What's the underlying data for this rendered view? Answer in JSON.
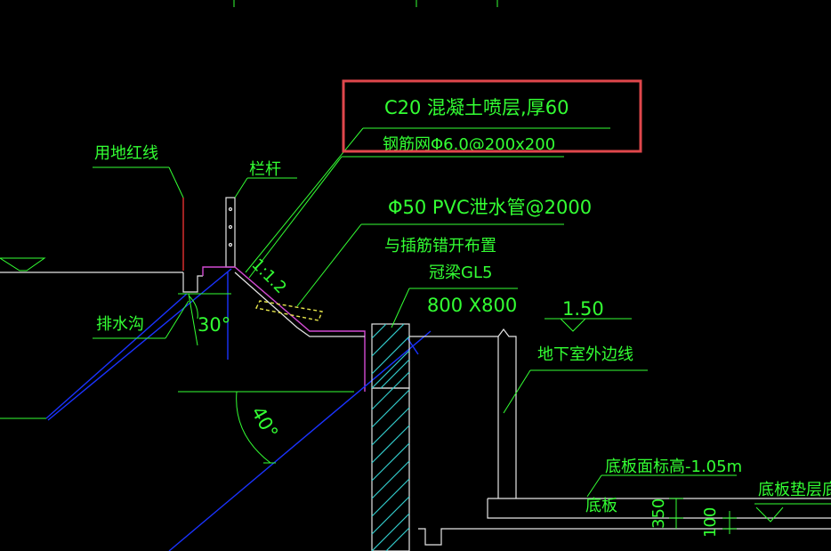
{
  "labels": {
    "shotcrete": "C20 混凝土喷层,厚60",
    "mesh": "钢筋网Φ6.0@200x200",
    "redline": "用地红线",
    "railing": "栏杆",
    "slope": "1:1.2",
    "drain_pipe": "Φ50 PVC泄水管@2000",
    "drain_pipe_note": "与插筋错开布置",
    "crown_beam": "冠梁GL5",
    "crown_beam_size": "800 X800",
    "ditch": "排水沟",
    "angle_30": "30°",
    "angle_40": "40°",
    "level": "1.50",
    "basement_line": "地下室外边线",
    "slab_top": "底板面标高-1.05m",
    "slab_cushion": "底板垫层底标",
    "slab": "底板",
    "dim_350": "350",
    "dim_100": "100"
  },
  "colors": {
    "text": "#33ff33",
    "highlight": "#e0474c",
    "outline": "#e6e6e6",
    "slip_line": "#1a33ff",
    "concrete_edge": "#d24bd2",
    "property_line": "#e63232",
    "pile_hatch": "#33cccc",
    "pvc_pipe": "#e6e64b"
  }
}
